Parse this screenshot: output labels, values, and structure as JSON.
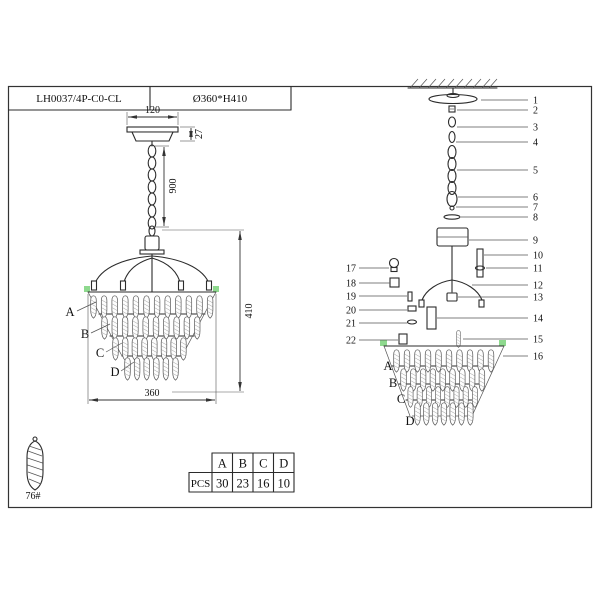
{
  "colors": {
    "highlight": "#8ed98e",
    "line": "#2b2b2b"
  },
  "title_block": {
    "model": "LH0037/4P-C0-CL",
    "size": "Ø360*H410"
  },
  "front_view": {
    "dim_width_top": "120",
    "dim_canopy_height": "27",
    "dim_chain_length": "900",
    "dim_body_height": "410",
    "dim_diameter": "360",
    "row_labels": [
      "A",
      "B",
      "C",
      "D"
    ]
  },
  "exploded_view": {
    "right_parts": [
      "1",
      "2",
      "3",
      "4",
      "5",
      "6",
      "7",
      "8",
      "9",
      "10",
      "11",
      "12",
      "13",
      "14",
      "15",
      "16"
    ],
    "left_parts": [
      "17",
      "18",
      "19",
      "20",
      "21",
      "22"
    ],
    "row_labels": [
      "A",
      "B",
      "C",
      "D"
    ]
  },
  "pendant_detail": {
    "label": "76#"
  },
  "parts_table": {
    "row_header": "PCS",
    "columns": [
      "A",
      "B",
      "C",
      "D"
    ],
    "values": [
      "30",
      "23",
      "16",
      "10"
    ]
  }
}
